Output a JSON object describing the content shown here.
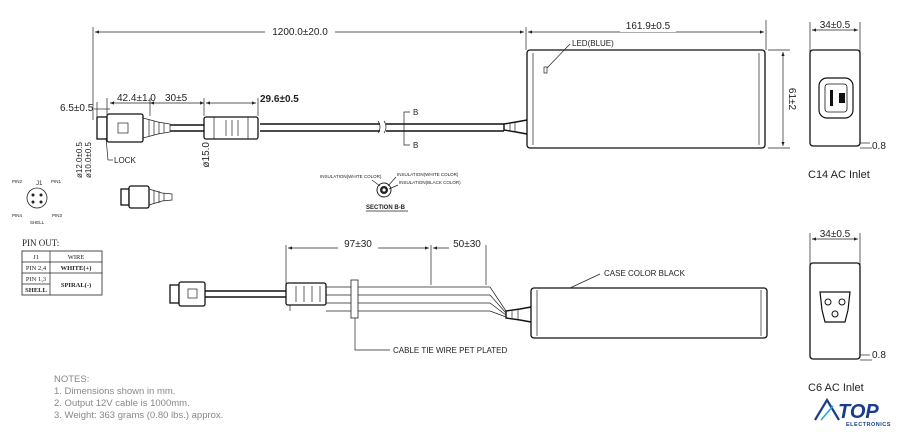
{
  "top_view": {
    "cable_length": "1200.0±20.0",
    "adapter_length": "161.9±0.5",
    "height": "61±2",
    "d_tip": "6.5±0.5",
    "d_42": "42.4±1.0",
    "d_30": "30±5",
    "d_29": "29.6±0.5",
    "d_12": "ø12.0±0.5",
    "d_10": "ø10.0±0.5",
    "d_15": "ø15.0",
    "led_label": "LED(BLUE)",
    "lock_label": "LOCK",
    "section_mark": "B"
  },
  "connector_j1": {
    "label": "J1",
    "pin1": "PIN1",
    "pin2": "PIN2",
    "pin3": "PIN3",
    "pin4": "PIN4",
    "shell": "SHELL"
  },
  "section": {
    "ins_white_left": "INSULATION(WHITE COLOR)",
    "ins_white_right": "INSULATION(WHITE COLOR)",
    "ins_black": "INSULATION(BLACK COLOR)",
    "title": "SECTION B-B"
  },
  "pinout": {
    "title": "PIN OUT:",
    "header": [
      "J1",
      "WIRE"
    ],
    "rows": [
      [
        "PIN 2,4",
        "WHITE(+)"
      ],
      [
        "PIN 1,3",
        "SPIRAL(-)"
      ],
      [
        "SHELL",
        ""
      ]
    ]
  },
  "bottom_view": {
    "d_97": "97±30",
    "d_50": "50±30",
    "case_label": "CASE COLOR BLACK",
    "cable_tie_label": "CABLE TIE WIRE PET PLATED"
  },
  "c14": {
    "width": "34±0.5",
    "depth": "0.8",
    "name": "C14 AC Inlet"
  },
  "c6": {
    "width": "34±0.5",
    "depth": "0.8",
    "name": "C6 AC Inlet"
  },
  "notes": {
    "title": "NOTES:",
    "items": [
      "1. Dimensions shown in mm.",
      "2. Output 12V cable is 1000mm.",
      "3. Weight: 363 grams (0.80 lbs.) approx."
    ]
  },
  "logo": {
    "name": "TOP",
    "sub": "ELECTRONICS",
    "color": "#1a3c8c"
  }
}
